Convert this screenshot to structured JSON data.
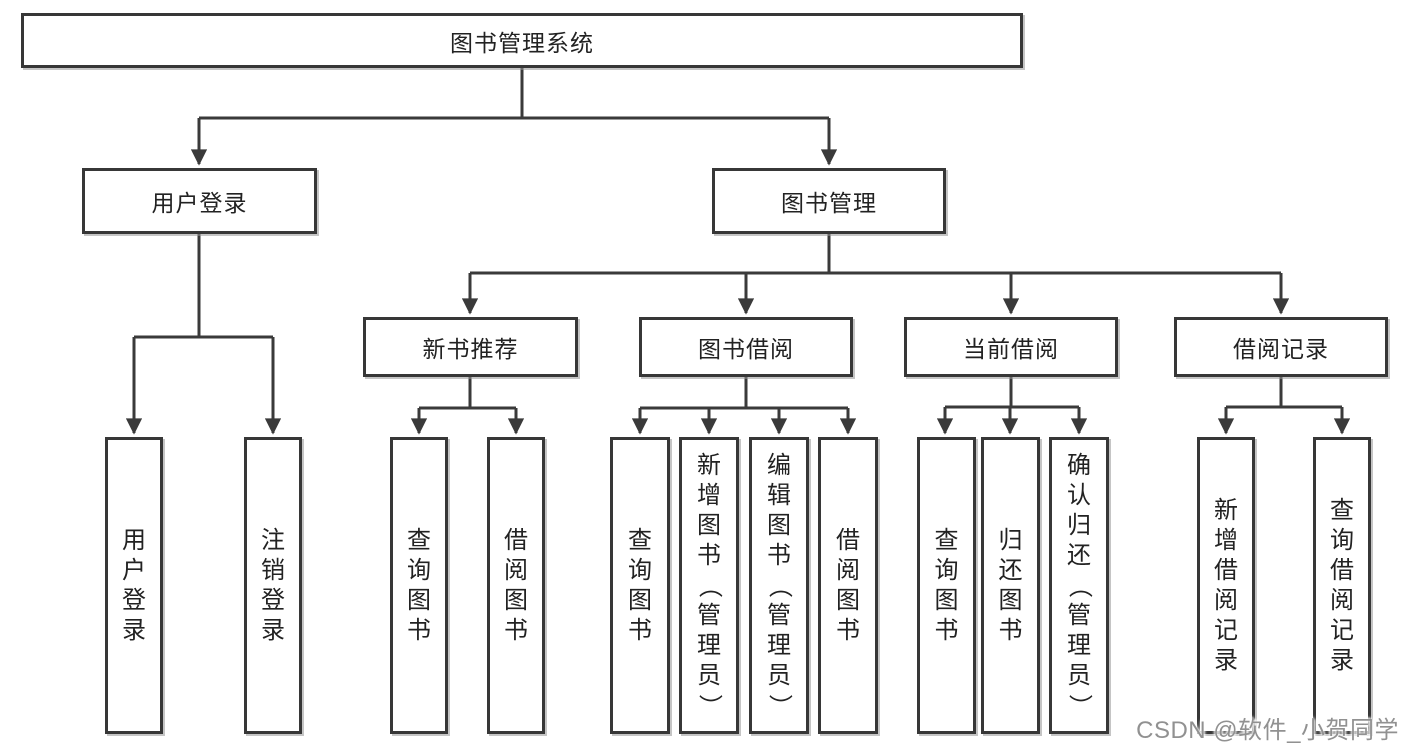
{
  "nodes": {
    "root": "图书管理系统",
    "user_login": "用户登录",
    "book_management": "图书管理",
    "new_book_recommend": "新书推荐",
    "book_borrow": "图书借阅",
    "current_borrow": "当前借阅",
    "borrow_records": "借阅记录",
    "leaf_user_login": "用户登录",
    "leaf_logout": "注销登录",
    "leaf_query_books_recommend": "查询图书",
    "leaf_borrow_books_recommend": "借阅图书",
    "leaf_query_books_borrow": "查询图书",
    "leaf_add_books": "新增图书（管理员）",
    "leaf_edit_books": "编辑图书（管理员）",
    "leaf_borrow_books_borrow": "借阅图书",
    "leaf_query_books_current": "查询图书",
    "leaf_return_books": "归还图书",
    "leaf_confirm_return": "确认归还（管理员）",
    "leaf_add_borrow_record": "新增借阅记录",
    "leaf_query_borrow_record": "查询借阅记录"
  },
  "watermark": "CSDN @软件_小贺同学",
  "colors": {
    "line": "#3a3a3a",
    "box_border": "#373737",
    "box_bg": "#ffffff",
    "text": "#222222",
    "watermark": "#919191"
  }
}
